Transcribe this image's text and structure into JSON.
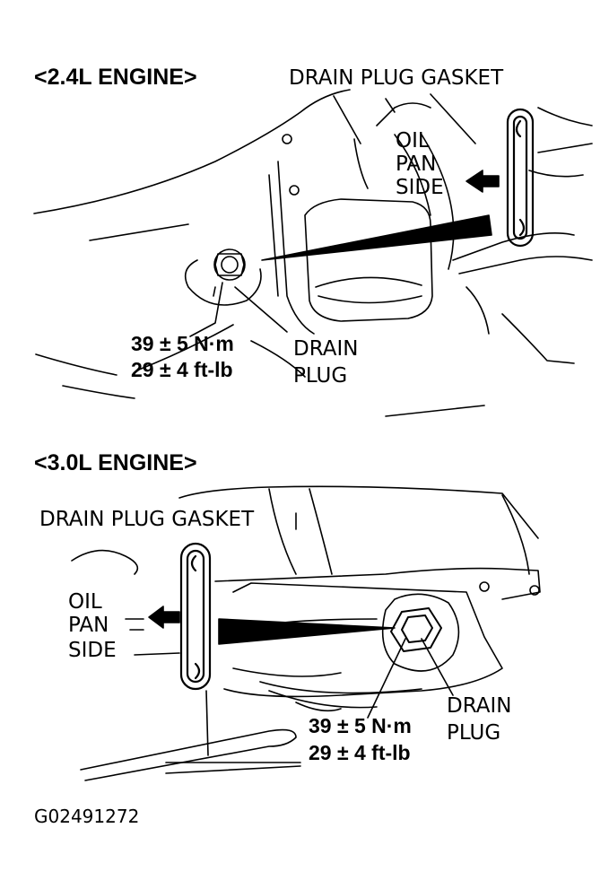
{
  "figure_code": "G02491272",
  "top_panel": {
    "title": "<2.4L ENGINE>",
    "gasket_label": "DRAIN PLUG GASKET",
    "side_label": [
      "OIL",
      "PAN",
      "SIDE"
    ],
    "plug_label": [
      "DRAIN",
      "PLUG"
    ],
    "torque": [
      "39 ± 5 N·m",
      "29 ± 4 ft-lb"
    ]
  },
  "bottom_panel": {
    "title": "<3.0L ENGINE>",
    "gasket_label": "DRAIN PLUG GASKET",
    "side_label": [
      "OIL",
      "PAN",
      "SIDE"
    ],
    "plug_label": [
      "DRAIN",
      "PLUG"
    ],
    "torque": [
      "39 ± 5 N·m",
      "29 ± 4 ft-lb"
    ]
  }
}
